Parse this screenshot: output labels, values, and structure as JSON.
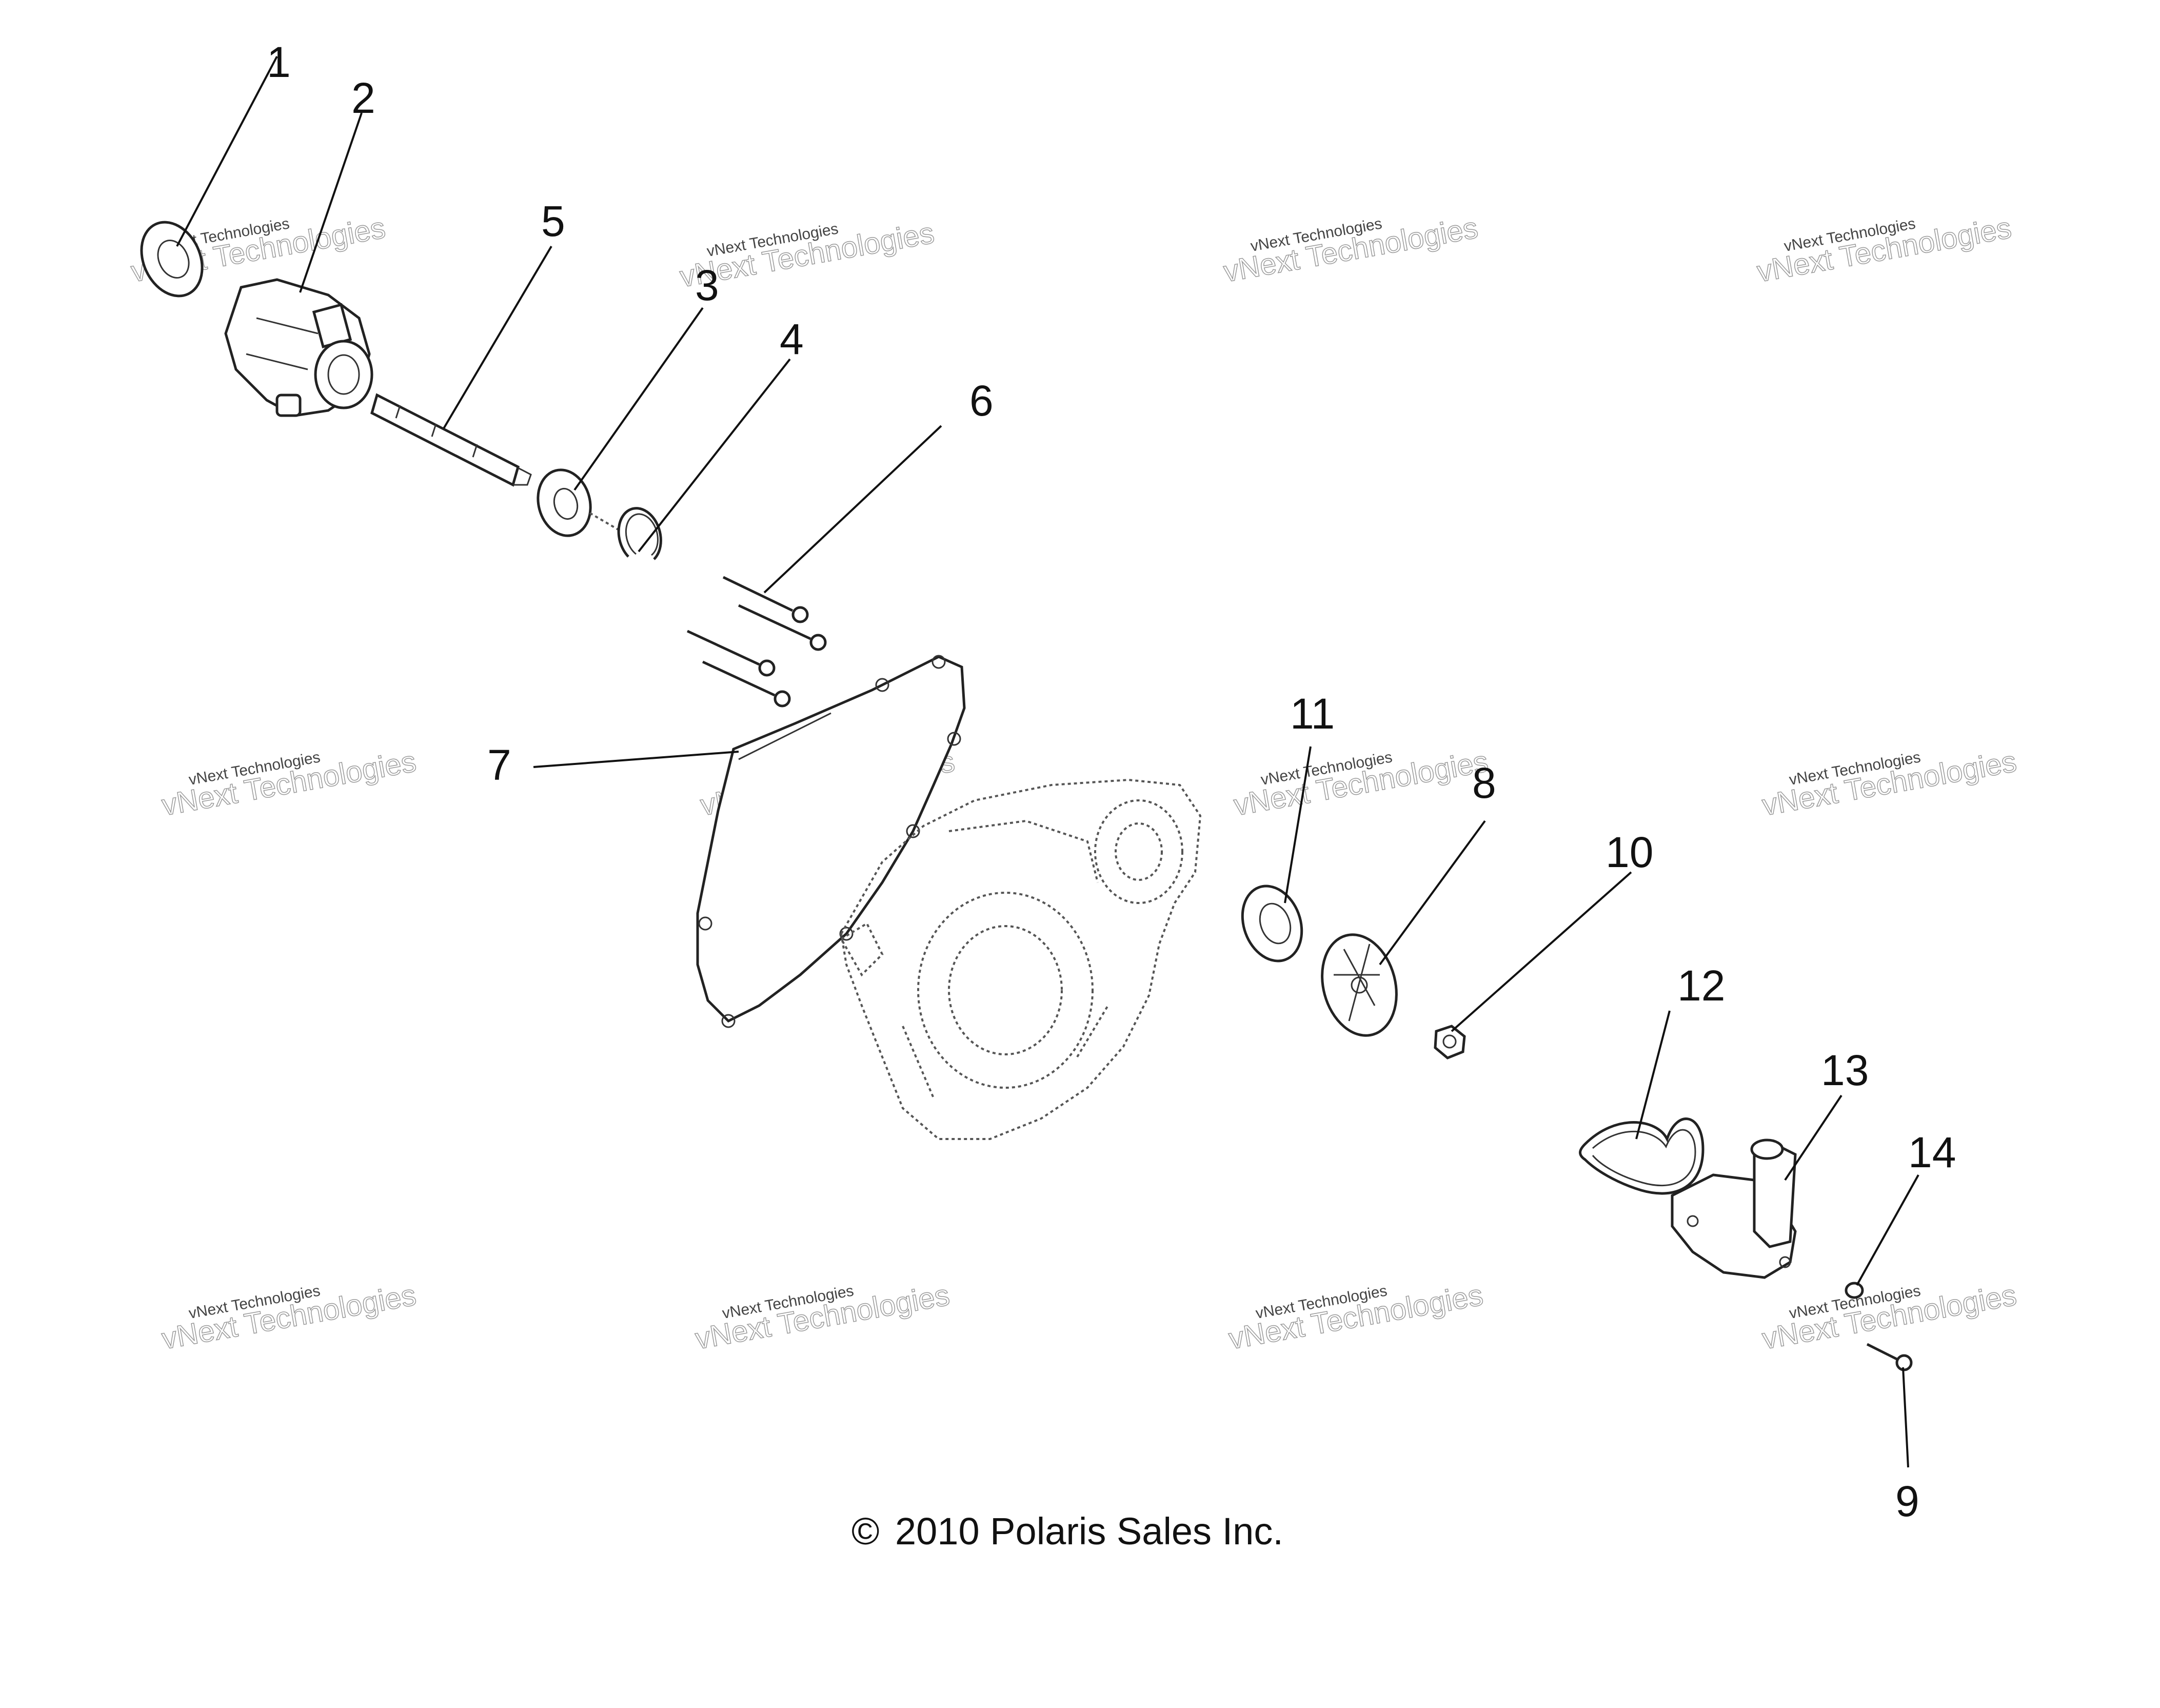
{
  "diagram": {
    "callouts": [
      {
        "id": "1",
        "text": "1"
      },
      {
        "id": "2",
        "text": "2"
      },
      {
        "id": "3",
        "text": "3"
      },
      {
        "id": "4",
        "text": "4"
      },
      {
        "id": "5",
        "text": "5"
      },
      {
        "id": "6",
        "text": "6"
      },
      {
        "id": "7",
        "text": "7"
      },
      {
        "id": "8",
        "text": "8"
      },
      {
        "id": "9",
        "text": "9"
      },
      {
        "id": "10",
        "text": "10"
      },
      {
        "id": "11",
        "text": "11"
      },
      {
        "id": "12",
        "text": "12"
      },
      {
        "id": "13",
        "text": "13"
      },
      {
        "id": "14",
        "text": "14"
      }
    ],
    "copyright_symbol": "©",
    "copyright_text": "2010 Polaris Sales Inc."
  },
  "watermark": {
    "line1": "vNext Technologies",
    "line2": "vNext Technologies"
  }
}
